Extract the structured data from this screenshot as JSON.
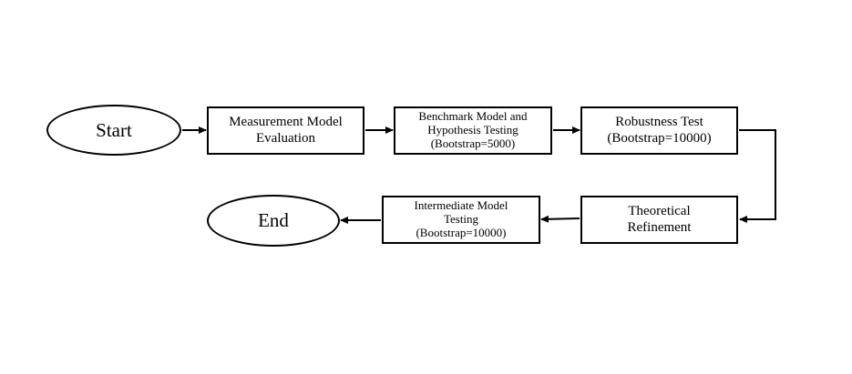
{
  "nodes": {
    "start": {
      "label": "Start"
    },
    "measurement": {
      "line1": "Measurement Model",
      "line2": "Evaluation"
    },
    "benchmark": {
      "line1": "Benchmark Model and",
      "line2": "Hypothesis Testing",
      "line3": "(Bootstrap=5000)"
    },
    "robustness": {
      "line1": "Robustness Test",
      "line2": "(Bootstrap=10000)"
    },
    "theoretical": {
      "line1": "Theoretical",
      "line2": "Refinement"
    },
    "intermediate": {
      "line1": "Intermediate Model",
      "line2": "Testing",
      "line3": "(Bootstrap=10000)"
    },
    "end": {
      "label": "End"
    }
  },
  "edges": [
    {
      "from": "start",
      "to": "measurement"
    },
    {
      "from": "measurement",
      "to": "benchmark"
    },
    {
      "from": "benchmark",
      "to": "robustness"
    },
    {
      "from": "robustness",
      "to": "theoretical"
    },
    {
      "from": "theoretical",
      "to": "intermediate"
    },
    {
      "from": "intermediate",
      "to": "end"
    }
  ]
}
